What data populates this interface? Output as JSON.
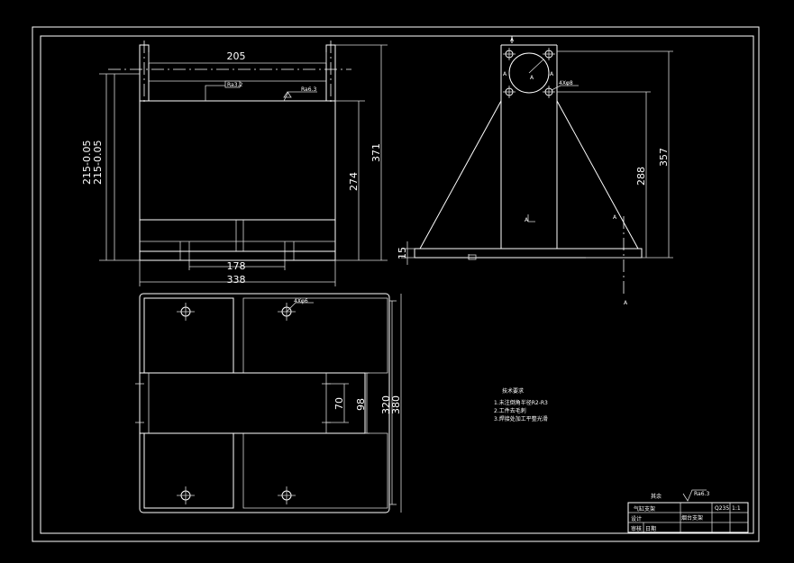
{
  "dimensions": {
    "front_width_top": "205",
    "front_left_height": "215-0.05",
    "front_left_height_2": "215-0.05",
    "front_height_274": "274",
    "front_height_371": "371",
    "front_bottom_178": "178",
    "front_bottom_338": "338",
    "side_height_288": "288",
    "side_height_357": "357",
    "side_base_15": "15",
    "top_hole_note": "4Xφ6",
    "side_hole_note": "4Xφ8",
    "top_slot_70": "70",
    "top_slot_98": "98",
    "top_depth_320": "320",
    "top_depth_380": "380"
  },
  "section_labels": {
    "a_top": "A",
    "a_left": "A",
    "a_center": "A",
    "a_right": "A",
    "a_bottom": "A",
    "a_mid": "A"
  },
  "notes": {
    "title": "技术要求",
    "line1": "1.未注倒角半径R2-R3",
    "line2": "2.工件去毛刺",
    "line3": "3.焊接处加工平整光滑"
  },
  "title_block": {
    "school": "气缸支架",
    "roughness": "Ra6.3",
    "part_name": "烟台支架",
    "material": "Q235",
    "scale": "1:1",
    "designer": "设计",
    "checker": "审核",
    "date": "日期",
    "extra": "其余"
  },
  "roughness_marks": {
    "front_box": "Ra3.2",
    "front_right": "Ra6.3"
  }
}
